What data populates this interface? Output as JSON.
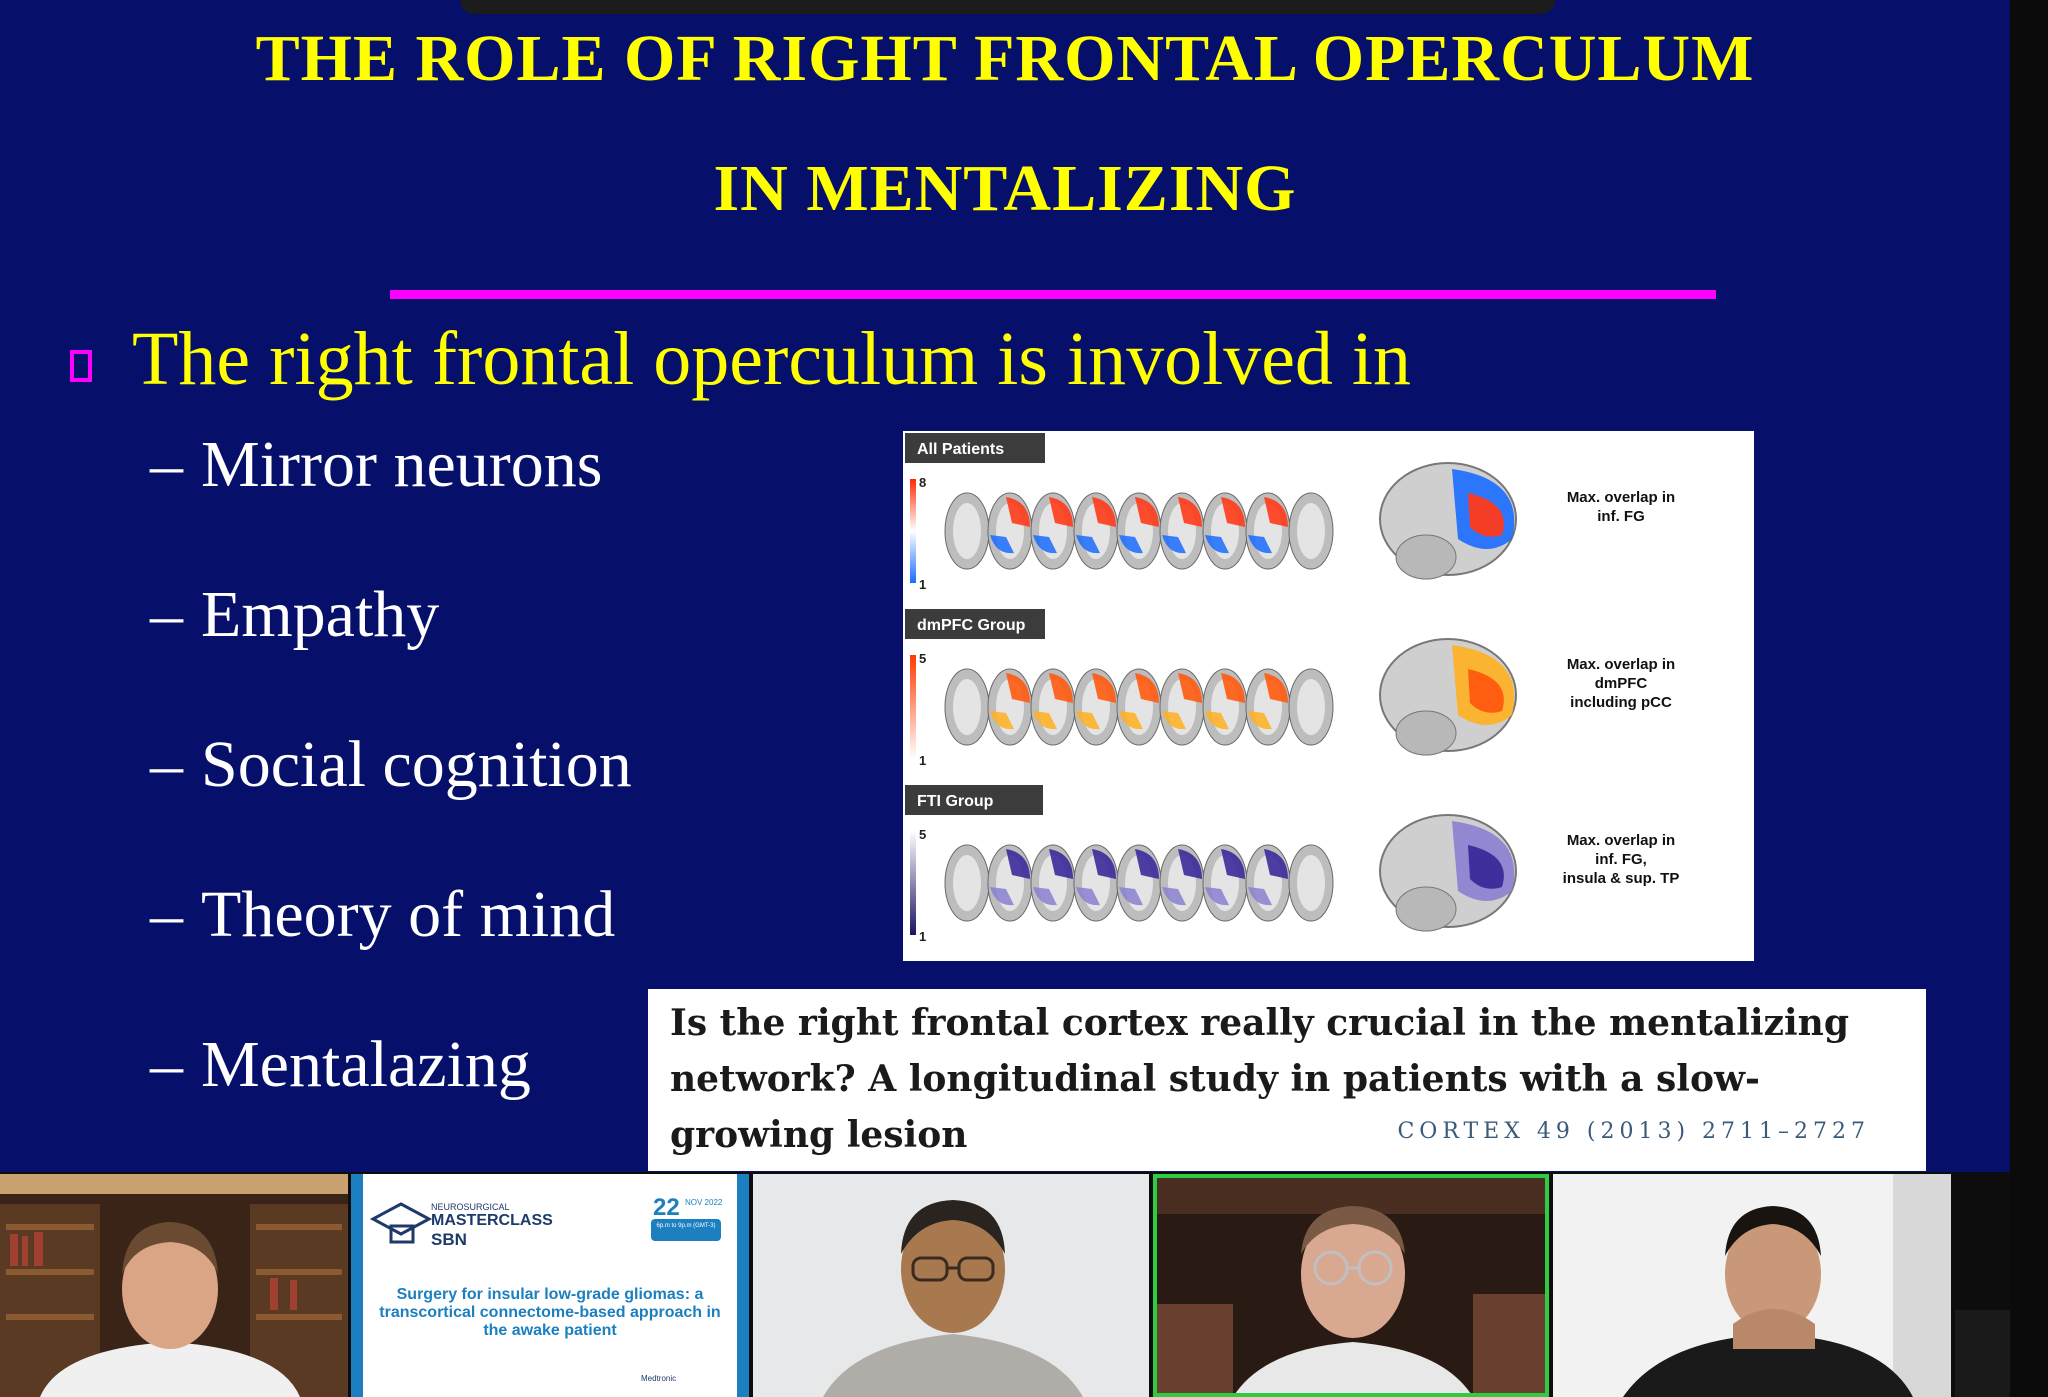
{
  "slide": {
    "title_line1": "THE ROLE OF RIGHT FRONTAL OPERCULUM",
    "title_line2": "IN MENTALIZING",
    "lead": "The right frontal operculum is involved in",
    "items": [
      "Mirror neurons",
      "Empathy",
      "Social cognition",
      "Theory of mind",
      "Mentalazing"
    ],
    "dash": "–"
  },
  "figure": {
    "rows": [
      {
        "label": "All Patients",
        "scale_max": "8",
        "scale_min": "1",
        "caption": [
          "Max. overlap in",
          "inf. FG"
        ],
        "color": "#ff3a1a",
        "color2": "#1a6cff"
      },
      {
        "label": "dmPFC Group",
        "scale_max": "5",
        "scale_min": "1",
        "caption": [
          "Max. overlap in",
          "dmPFC",
          "including pCC"
        ],
        "color": "#ff5a10",
        "color2": "#ffb020"
      },
      {
        "label": "FTI Group",
        "scale_max": "5",
        "scale_min": "1",
        "caption": [
          "Max. overlap in",
          "inf. FG,",
          "insula & sup. TP"
        ],
        "color": "#3a2a9a",
        "color2": "#8a80d0"
      }
    ]
  },
  "reference": {
    "title": "Is the right frontal cortex really crucial in the mentalizing network? A longitudinal study in patients with a slow-growing lesion",
    "journal": "CORTEX 49 (2013) 2711–2727"
  },
  "participants": {
    "banner": {
      "brand_small": "NEUROSURGICAL",
      "brand_main": "MASTERCLASS",
      "brand_sub": "SBN",
      "date_day": "22",
      "date_month": "NOV 2022",
      "time": "6p.m to 9p.m (GMT-3)",
      "talk": "Surgery for insular low-grade gliomas: a transcortical connectome-based approach in the awake patient",
      "sponsor": "Medtronic"
    }
  },
  "colors": {
    "slide_bg": "#06106a",
    "title": "#ffff00",
    "rule": "#ff00ff",
    "active_speaker": "#2ecc40"
  }
}
